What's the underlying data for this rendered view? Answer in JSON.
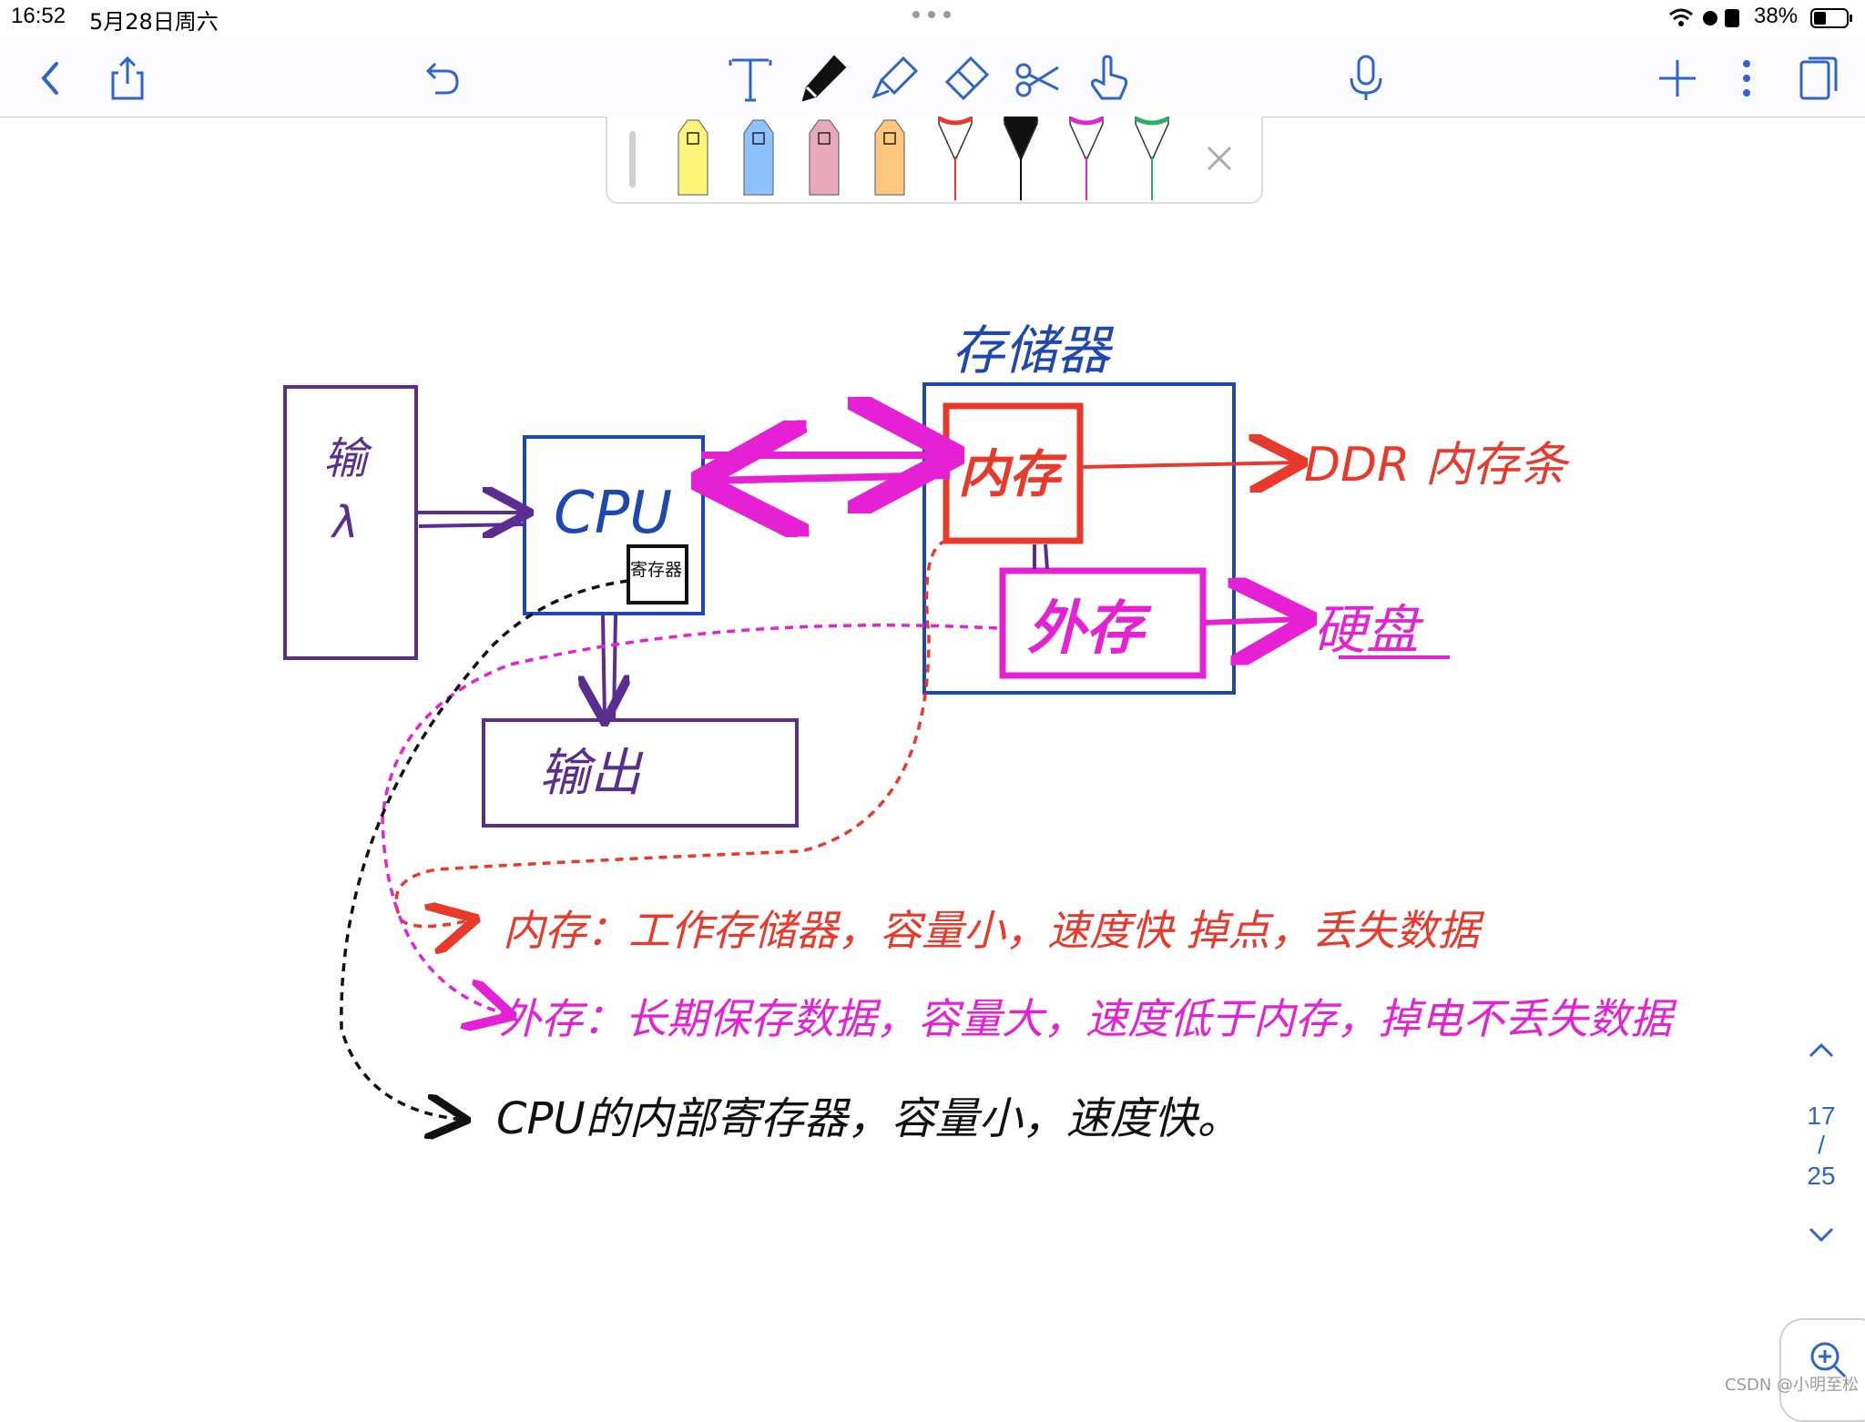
{
  "status_bar": {
    "time": "16:52",
    "date": "5月28日周六",
    "battery": "38%",
    "icons": [
      "wifi-icon",
      "alarm-icon",
      "lock-rotation-icon",
      "battery-icon"
    ]
  },
  "toolbar": {
    "left": [
      "back-chevron-icon",
      "share-icon",
      "undo-icon"
    ],
    "center": [
      "text-tool-icon",
      "pen-tool-icon",
      "highlighter-tool-icon",
      "eraser-tool-icon",
      "lasso-scissors-icon",
      "hand-pointer-icon"
    ],
    "right": [
      "microphone-icon",
      "add-page-icon",
      "more-options-icon",
      "pages-icon"
    ]
  },
  "palette": {
    "pens": [
      {
        "kind": "highlighter",
        "color": "#fdf57a"
      },
      {
        "kind": "highlighter",
        "color": "#8ec2ff"
      },
      {
        "kind": "highlighter",
        "color": "#e8a8bb"
      },
      {
        "kind": "highlighter",
        "color": "#ffc77d"
      },
      {
        "kind": "pen",
        "color": "#e8392a"
      },
      {
        "kind": "pen",
        "color": "#111111"
      },
      {
        "kind": "pen",
        "color": "#e621d5"
      },
      {
        "kind": "pen",
        "color": "#22b26a"
      }
    ],
    "close_icon": "close-icon"
  },
  "notes": {
    "memory_title": "存储器",
    "input_label_line1": "输",
    "input_label_line2": "λ",
    "cpu_label": "CPU",
    "register_label": "寄存器",
    "output_label": "输出",
    "ram_label": "内存",
    "storage_label": "外存",
    "ddr_label": "DDR 内存条",
    "disk_label": "硬盘",
    "ram_note": "内存：工作存储器，容量小，速度快   掉点，丢失数据",
    "storage_note": "外存：长期保存数据，容量大，速度低于内存，掉电不丢失数据",
    "cpu_note": "CPU的内部寄存器，容量小，速度快。"
  },
  "colors": {
    "purple": "#5a2d91",
    "blue": "#1e48b0",
    "red": "#e8392a",
    "magenta": "#e621d5",
    "black": "#111111",
    "accent": "#2f64c8"
  },
  "page_nav": {
    "current": "17",
    "separator": "/",
    "total": "25"
  },
  "watermark": "CSDN @小明至松"
}
